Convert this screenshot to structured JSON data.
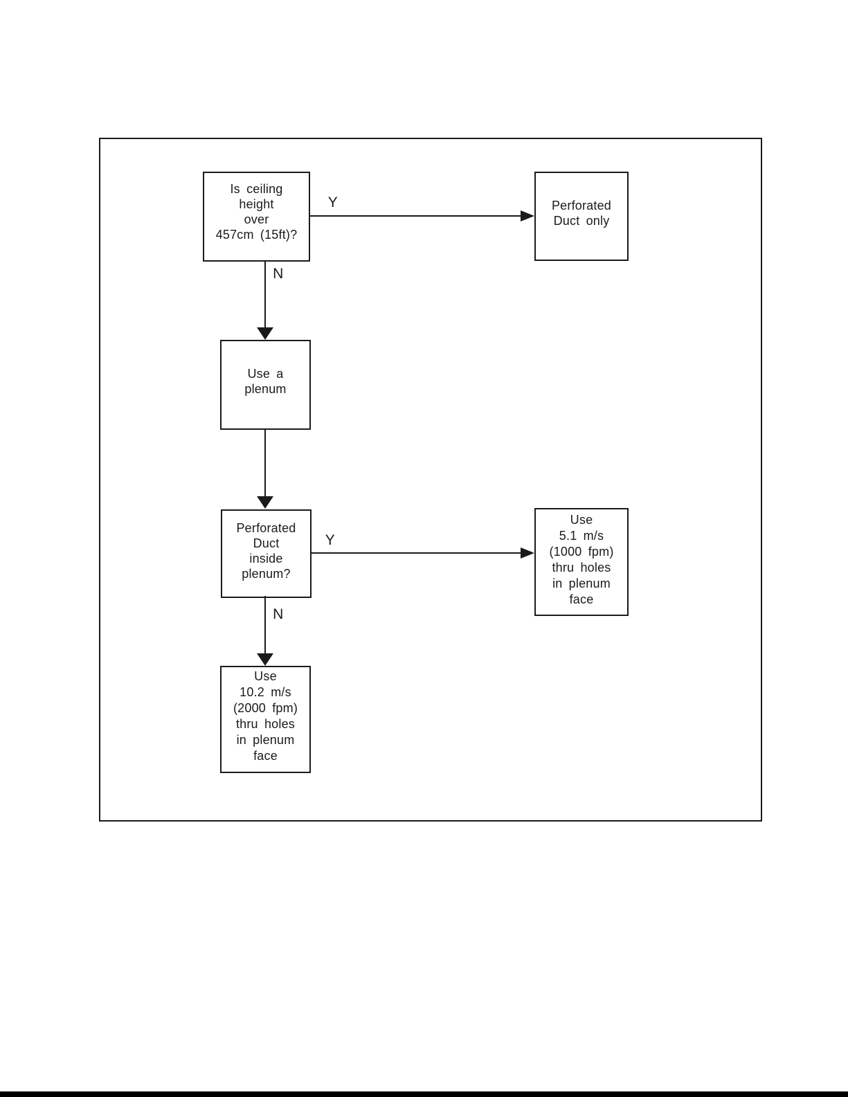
{
  "colors": {
    "ink": "#1a1a1a",
    "background": "#ffffff",
    "bottom_rule": "#000000"
  },
  "flowchart": {
    "nodes": [
      {
        "name": "q-ceiling-height",
        "label": "Is ceiling\nheight\nover\n457cm (15ft)?"
      },
      {
        "name": "perforated-duct-only",
        "label": "Perforated\nDuct only"
      },
      {
        "name": "use-a-plenum",
        "label": "Use a\nplenum"
      },
      {
        "name": "q-perforated-duct-inside-plenum",
        "label": "Perforated\nDuct\ninside\nplenum?"
      },
      {
        "name": "use-5-1-ms",
        "label": "Use\n5.1 m/s\n(1000 fpm)\nthru holes\nin plenum\nface"
      },
      {
        "name": "use-10-2-ms",
        "label": "Use\n10.2 m/s\n(2000 fpm)\nthru holes\nin plenum\nface"
      }
    ],
    "edges": [
      {
        "from": "q-ceiling-height",
        "to": "perforated-duct-only",
        "label": "Y"
      },
      {
        "from": "q-ceiling-height",
        "to": "use-a-plenum",
        "label": "N"
      },
      {
        "from": "use-a-plenum",
        "to": "q-perforated-duct-inside-plenum",
        "label": ""
      },
      {
        "from": "q-perforated-duct-inside-plenum",
        "to": "use-5-1-ms",
        "label": "Y"
      },
      {
        "from": "q-perforated-duct-inside-plenum",
        "to": "use-10-2-ms",
        "label": "N"
      }
    ]
  }
}
